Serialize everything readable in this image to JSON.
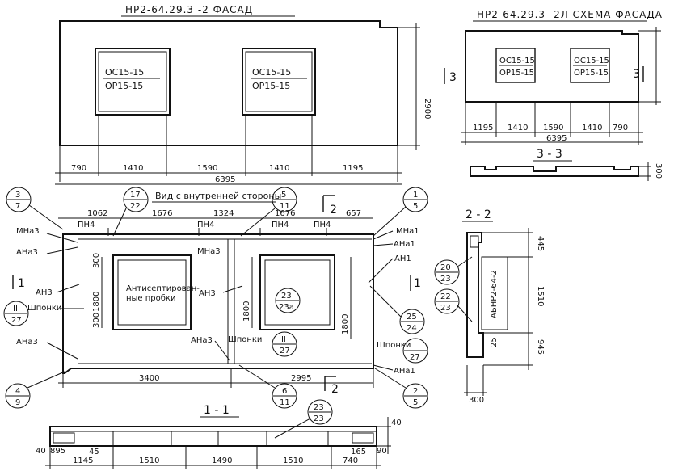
{
  "facade": {
    "title": "НР2-64.29.3 -2 ФАСАД",
    "window_top": "ОС15-15",
    "window_bottom": "ОР15-15",
    "height": "2900",
    "dims": [
      "790",
      "1410",
      "1590",
      "1410",
      "1195"
    ],
    "total": "6395"
  },
  "scheme": {
    "title": "НР2-64.29.3 -2Л СХЕМА ФАСАДА",
    "window_top": "ОС15-15",
    "window_bottom": "ОР15-15",
    "dims": [
      "1195",
      "1410",
      "1590",
      "1410",
      "790"
    ],
    "total": "6395",
    "marker_left": "3",
    "marker_right": "3"
  },
  "section33": {
    "title": "3 - 3",
    "thickness": "300"
  },
  "inner": {
    "title": "Вид с внутренней стороны",
    "top_dims": [
      "1062",
      "1676",
      "1324",
      "1676",
      "657"
    ],
    "bottom_dims": [
      "3400",
      "2995"
    ],
    "left_height": "1800",
    "mid_height": "1800",
    "right_height": "1800",
    "small_300_top": "300",
    "small_300_bottom": "300",
    "pn4_1": "ПН4",
    "pn4_2": "ПН4",
    "pn4_3": "ПН4",
    "pn4_4": "ПН4",
    "mna1": "МНа1",
    "ana1_top": "АНа1",
    "an1": "АН1",
    "mna3_left": "МНа3",
    "ana3_left_top": "АНа3",
    "an3_left": "АН3",
    "shponki_left": "Шпонки",
    "ana3_left_bottom": "АНа3",
    "mna3_mid": "МНа3",
    "an3_mid": "АН3",
    "ana3_mid": "АНа3",
    "shponki_mid": "Шпонки",
    "shponki_right": "Шпонки",
    "ana1_bottom": "АНа1",
    "note1": "Антисептирован-",
    "note2": "ные пробки",
    "marker_top": "2",
    "marker_bottom": "2",
    "marker_left": "1",
    "marker_right": "1"
  },
  "callouts": [
    {
      "top": "3",
      "bottom": "7"
    },
    {
      "top": "17",
      "bottom": "22"
    },
    {
      "top": "5",
      "bottom": "11"
    },
    {
      "top": "1",
      "bottom": "5"
    },
    {
      "top": "II",
      "bottom": "27"
    },
    {
      "top": "4",
      "bottom": "9"
    },
    {
      "top": "23",
      "bottom": "23а"
    },
    {
      "top": "III",
      "bottom": "27"
    },
    {
      "top": "25",
      "bottom": "24"
    },
    {
      "top": "I",
      "bottom": "27"
    },
    {
      "top": "6",
      "bottom": "11"
    },
    {
      "top": "2",
      "bottom": "5"
    },
    {
      "top": "20",
      "bottom": "23"
    },
    {
      "top": "22",
      "bottom": "23"
    },
    {
      "top": "23",
      "bottom": "23"
    }
  ],
  "section22": {
    "title": "2 - 2",
    "dims": [
      "445",
      "1510",
      "945"
    ],
    "width": "300",
    "small": "25",
    "plate": "АБНР2-64-2"
  },
  "section11": {
    "title": "1 - 1",
    "dims": [
      "1145",
      "1510",
      "1490",
      "1510",
      "740"
    ],
    "small_left": "40",
    "small_left2": "895",
    "small_left3": "45",
    "small_right": "165",
    "small_right2": "90",
    "small_right3": "40"
  }
}
